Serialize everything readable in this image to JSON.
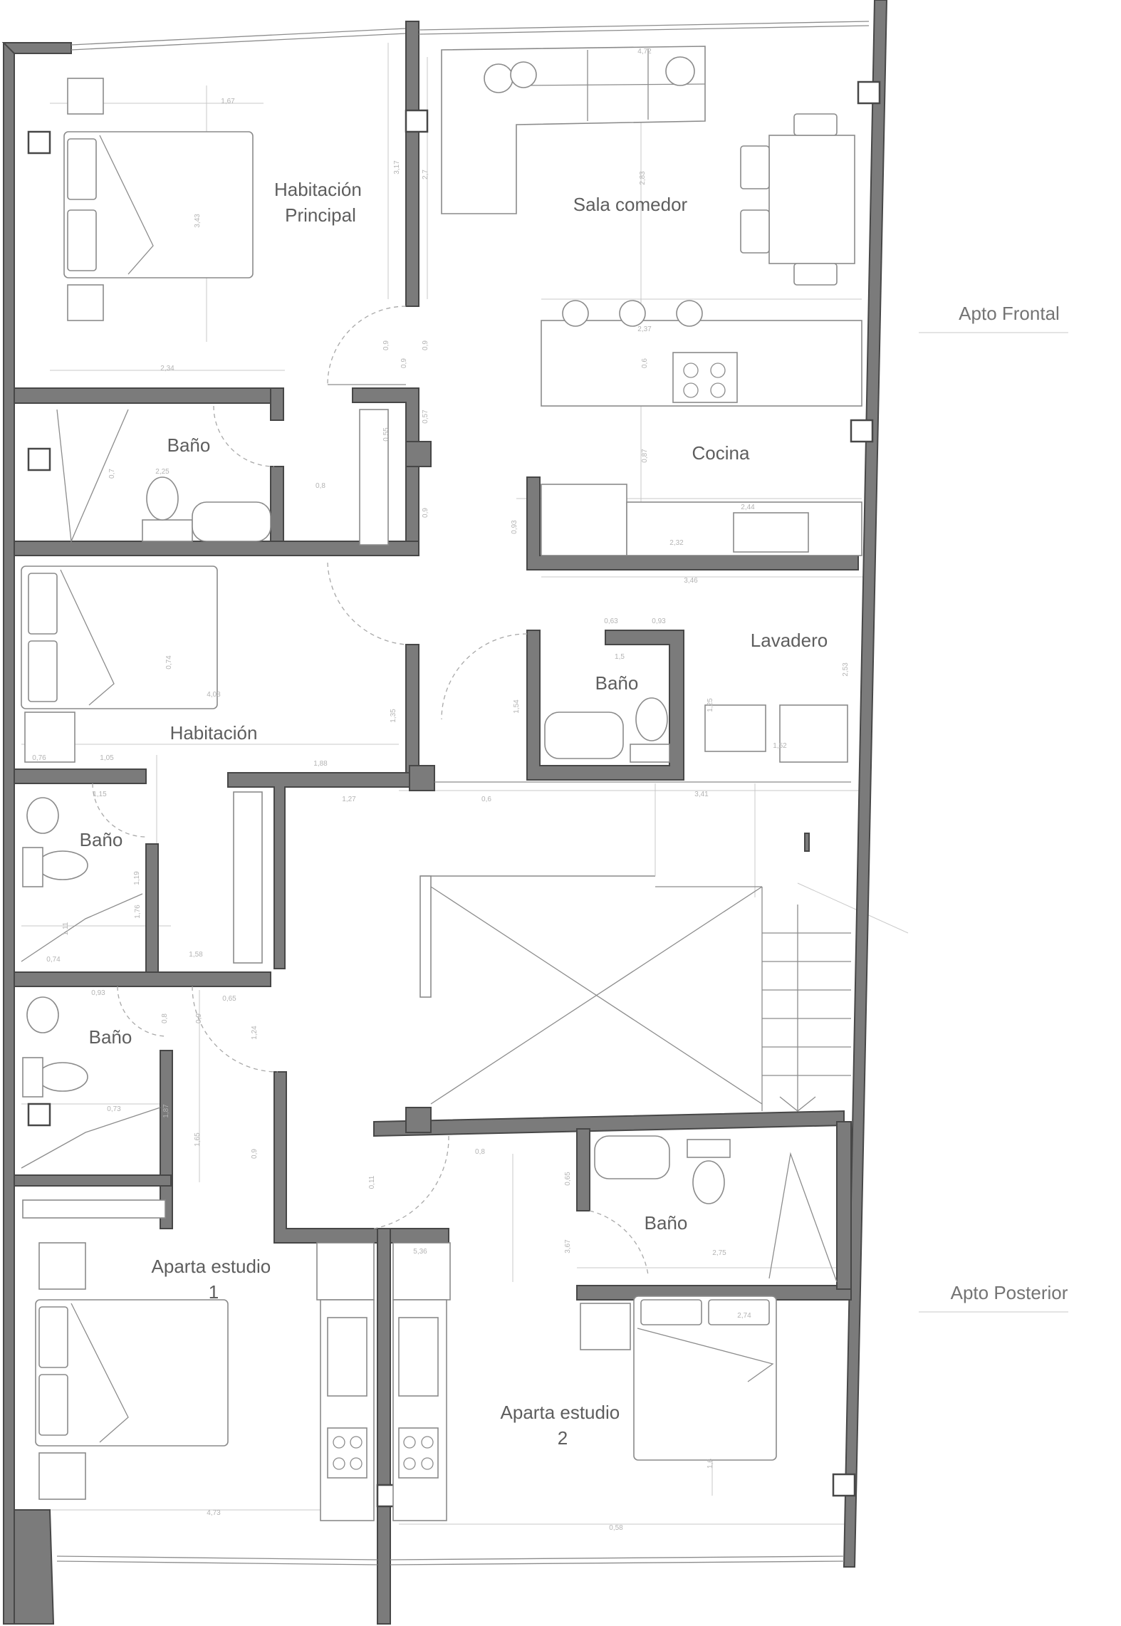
{
  "rooms": {
    "habitacion_principal": [
      "Habitación",
      "Principal"
    ],
    "sala_comedor": "Sala comedor",
    "cocina": "Cocina",
    "lavadero": "Lavadero",
    "habitacion": "Habitación",
    "bano_1": "Baño",
    "bano_2": "Baño",
    "bano_3": "Baño",
    "bano_4": "Baño",
    "bano_5": "Baño",
    "aparta_estudio_1": [
      "Aparta estudio",
      "1"
    ],
    "aparta_estudio_2": [
      "Aparta estudio",
      "2"
    ]
  },
  "zones": {
    "front": "Apto Frontal",
    "rear": "Apto Posterior"
  },
  "dimensions": [
    "1,67",
    "3,17",
    "2,7",
    "2,83",
    "4,72",
    "3,43",
    "2,34",
    "0,9",
    "0,9",
    "0,9",
    "2,37",
    "0,57",
    "0,55",
    "0,7",
    "2,25",
    "0,8",
    "0,9",
    "0,93",
    "0,6",
    "0,87",
    "2,44",
    "2,32",
    "3,46",
    "0,63",
    "0,93",
    "1,5",
    "1,54",
    "1,25",
    "1,52",
    "2,53",
    "0,74",
    "4,08",
    "1,35",
    "0,76",
    "1,05",
    "1,88",
    "1,27",
    "0,6",
    "3,41",
    "1,15",
    "1,19",
    "1,76",
    "1,11",
    "0,74",
    "1,58",
    "0,93",
    "0,65",
    "0,8",
    "0,9",
    "1,24",
    "0,73",
    "1,87",
    "1,65",
    "0,9",
    "0,11",
    "0,8",
    "0,65",
    "3,67",
    "2,75",
    "2,74",
    "1,6",
    "5,36",
    "4,73",
    "0,58"
  ],
  "colors": {
    "wall": "#7b7b7b",
    "outline": "#474747",
    "line": "#8c8c8c",
    "label": "#5e5e5e"
  }
}
